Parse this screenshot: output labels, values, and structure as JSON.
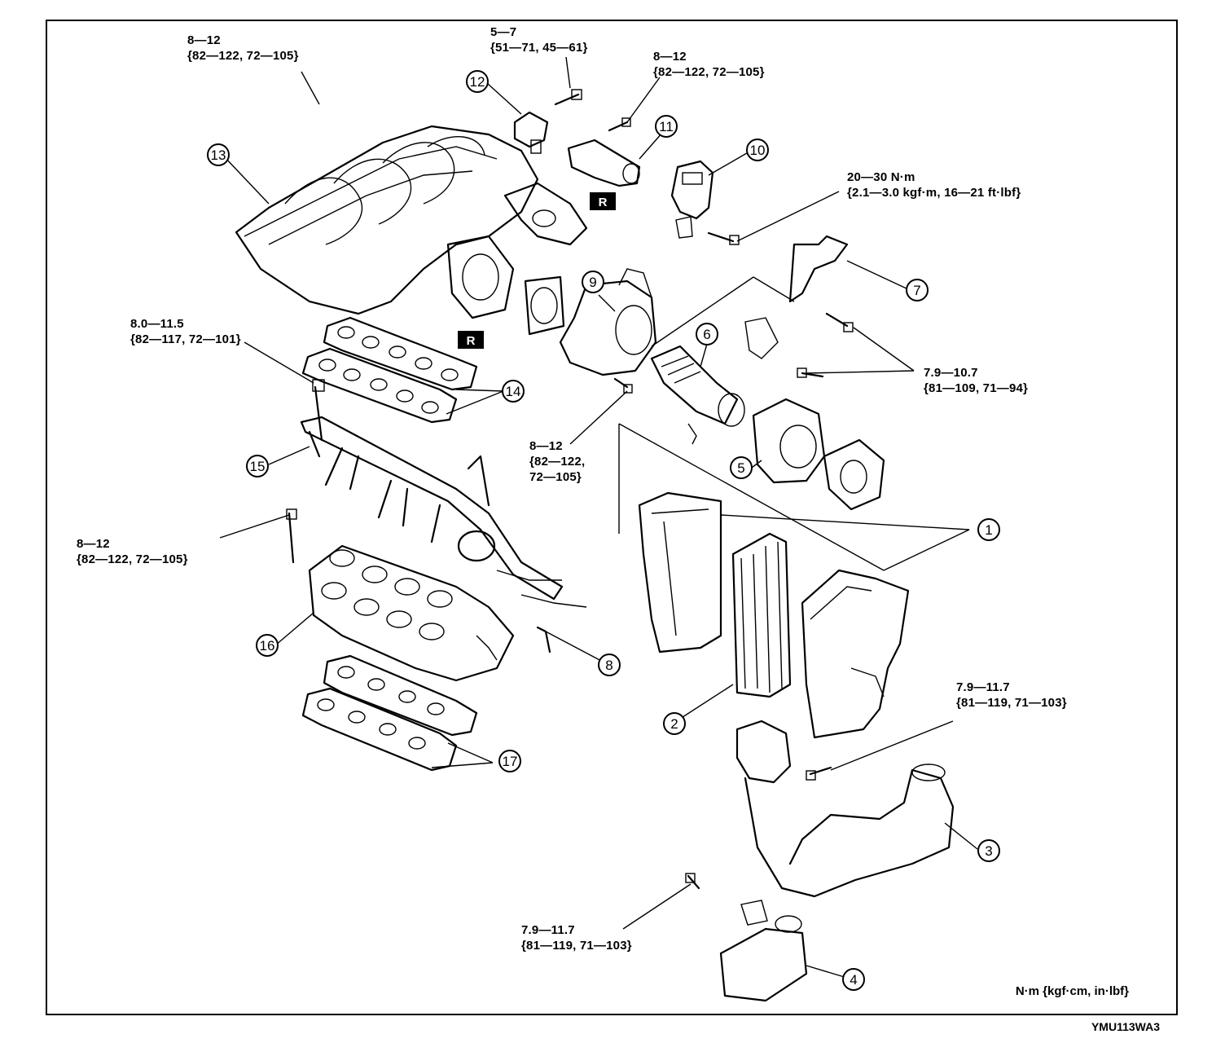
{
  "torque_specs": [
    {
      "line1": "8—12",
      "line2": "{82—122, 72—105}"
    },
    {
      "line1": "5—7",
      "line2": "{51—71, 45—61}"
    },
    {
      "line1": "8—12",
      "line2": "{82—122, 72—105}"
    },
    {
      "line1": "20—30 N·m",
      "line2": "{2.1—3.0 kgf·m, 16—21 ft·lbf}"
    },
    {
      "line1": "8.0—11.5",
      "line2": "{82—117, 72—101}"
    },
    {
      "line1": "7.9—10.7",
      "line2": "{81—109, 71—94}"
    },
    {
      "line1": "8—12",
      "line2": "{82—122,",
      "line3": "72—105}"
    },
    {
      "line1": "8—12",
      "line2": "{82—122, 72—105}"
    },
    {
      "line1": "7.9—11.7",
      "line2": "{81—119, 71—103}"
    },
    {
      "line1": "7.9—11.7",
      "line2": "{81—119, 71—103}"
    }
  ],
  "callouts": [
    "1",
    "2",
    "3",
    "4",
    "5",
    "6",
    "7",
    "8",
    "9",
    "10",
    "11",
    "12",
    "13",
    "14",
    "15",
    "16",
    "17"
  ],
  "replace_marks": [
    "R",
    "R"
  ],
  "units_note": "N·m {kgf·cm, in·lbf}",
  "figure_code": "YMU113WA3"
}
